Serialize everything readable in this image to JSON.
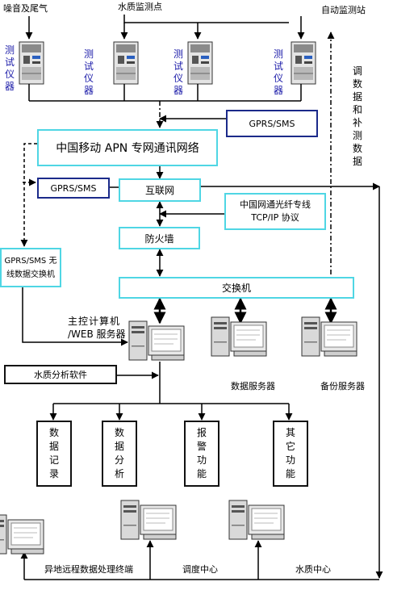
{
  "top_labels": {
    "noise": "噪音及尾气",
    "water_points": "水质监测点",
    "auto_station": "自动监测站"
  },
  "instrument_label": "测试仪器",
  "side_note": "调数据和补测数据",
  "gprs_top": "GPRS/SMS",
  "apn": "中国移动 APN 专网通讯网络",
  "gprs_left": "GPRS/SMS",
  "internet": "互联网",
  "fiber_line1": "中国网通光纤专线",
  "fiber_line2": "TCP/IP 协议",
  "firewall": "防火墙",
  "wireless_line1": "GPRS/SMS 无",
  "wireless_line2": "线数据交换机",
  "switch": "交换机",
  "main_host_line1": "主控计算机",
  "main_host_line2": "/WEB 服务器",
  "water_software": "水质分析软件",
  "data_server": "数据服务器",
  "backup_server": "备份服务器",
  "functions": [
    "数据记录",
    "数据分析",
    "报警功能",
    "其它功能"
  ],
  "remote_terminal": "异地远程数据处理终端",
  "dispatch_center": "调度中心",
  "water_center": "水质中心"
}
